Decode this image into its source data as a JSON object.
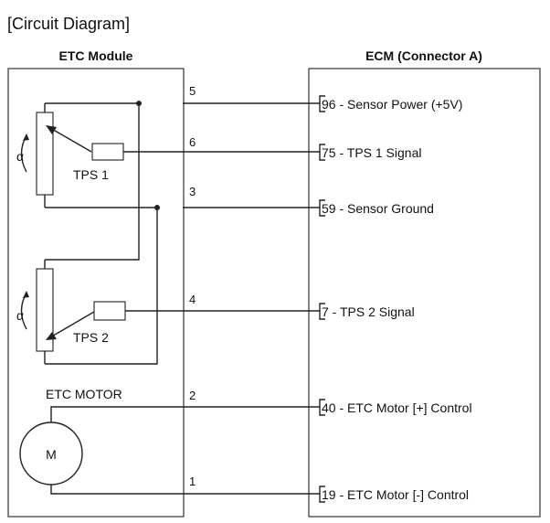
{
  "title": "[Circuit Diagram]",
  "left_module": {
    "header": "ETC Module"
  },
  "right_module": {
    "header": "ECM (Connector A)"
  },
  "components": {
    "tps1_label": "TPS 1",
    "tps2_label": "TPS 2",
    "motor_label": "ETC MOTOR",
    "motor_symbol": "M",
    "angle_symbol": "α"
  },
  "wires": [
    {
      "pin": "5",
      "terminal": "96",
      "desc": " - Sensor Power (+5V)"
    },
    {
      "pin": "6",
      "terminal": "75",
      "desc": " - TPS 1 Signal"
    },
    {
      "pin": "3",
      "terminal": "59",
      "desc": " - Sensor Ground"
    },
    {
      "pin": "4",
      "terminal": "7",
      "desc": " - TPS 2 Signal"
    },
    {
      "pin": "2",
      "terminal": "40",
      "desc": " - ETC Motor [+] Control"
    },
    {
      "pin": "1",
      "terminal": "19",
      "desc": " - ETC Motor [-] Control"
    }
  ]
}
